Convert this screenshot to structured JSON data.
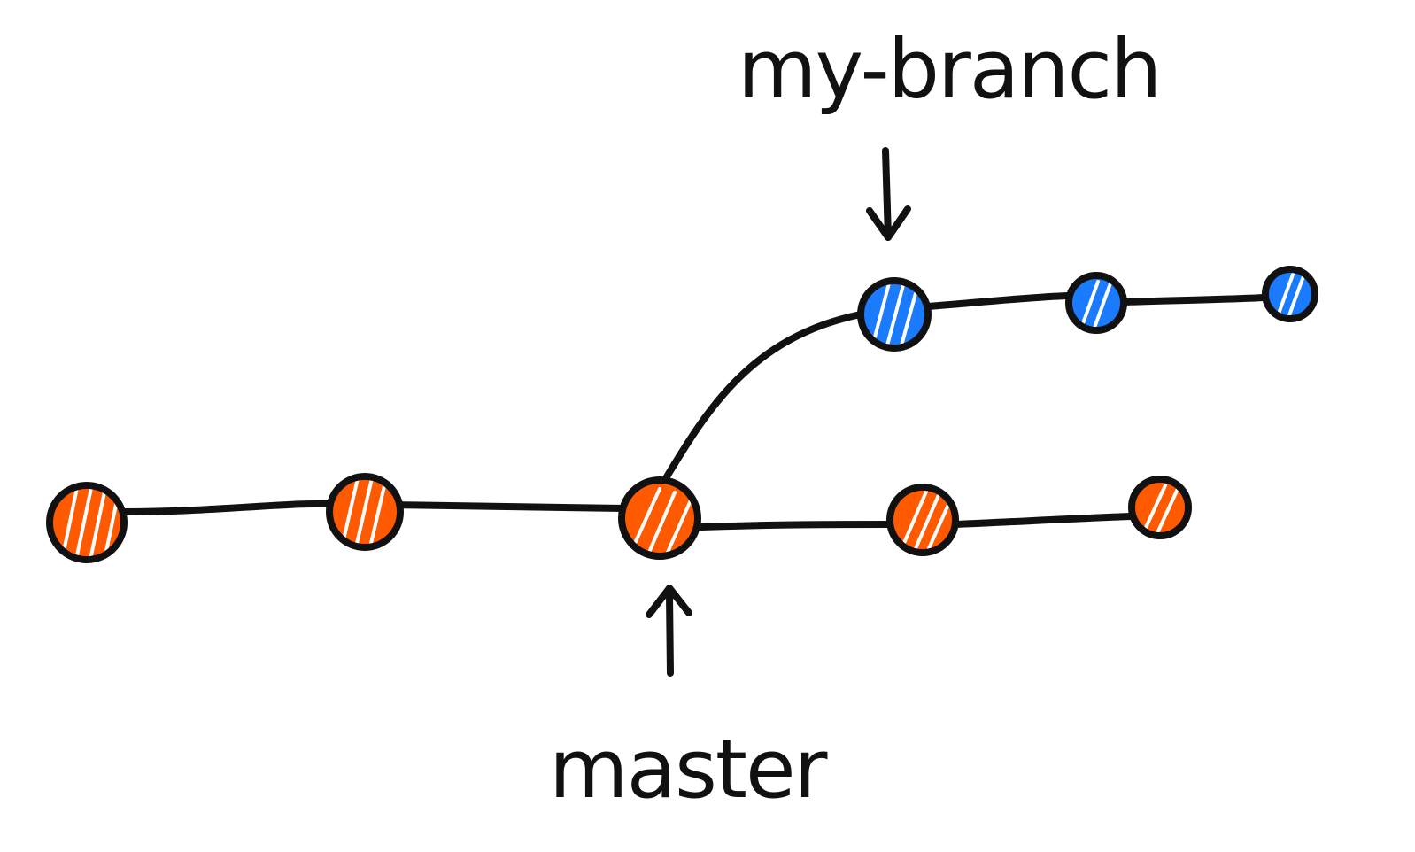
{
  "labels": {
    "branch": "my-branch",
    "master": "master"
  },
  "colors": {
    "ink": "#111111",
    "main_commit": "#ff5a00",
    "branch_commit": "#1a7bff",
    "hatch_highlight": "#ffffff"
  },
  "commits": {
    "main": [
      "c1",
      "c2",
      "c3",
      "c4",
      "c5"
    ],
    "branch": [
      "b1",
      "b2",
      "b3"
    ]
  },
  "pointers": {
    "branch": "b1",
    "master": "c3"
  }
}
